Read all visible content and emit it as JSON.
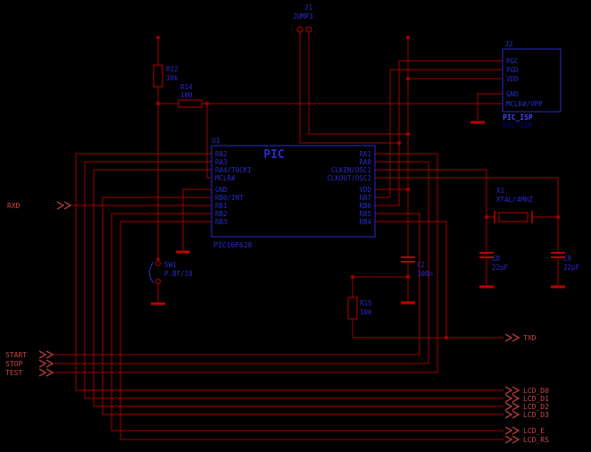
{
  "colors": {
    "background": "#000000",
    "wire": "#a00000",
    "symbol": "#bc0000",
    "component_text": "#2a2ad0",
    "highlight_text": "#4646ff",
    "net_label": "#cc4444"
  },
  "pic": {
    "ref": "U1",
    "title": "PIC",
    "part": "PIC16F628",
    "left_pins": [
      "RA2",
      "RA3",
      "RA4/T0CKI",
      "MCLR#",
      "GND",
      "RB0/INT",
      "RB1",
      "RB2",
      "RB3"
    ],
    "right_pins": [
      "RA1",
      "RA0",
      "CLKIN/OSC1",
      "CLKOUT/OSC2",
      "VDD",
      "RB7",
      "RB6",
      "RB5",
      "RB4"
    ]
  },
  "isp": {
    "ref": "J2",
    "name": "PIC_ISP",
    "value": "PIC_ISP",
    "pins": [
      "PGC",
      "PGD",
      "VDD",
      "GND",
      "MCLR#/VPP"
    ]
  },
  "jumper": {
    "ref": "J1",
    "value": "JUMP3"
  },
  "r12": {
    "ref": "R12",
    "value": "10k"
  },
  "r14": {
    "ref": "R14",
    "value": "100"
  },
  "r15": {
    "ref": "R15",
    "value": "10k"
  },
  "c2": {
    "ref": "C2",
    "value": "100n"
  },
  "c8": {
    "ref": "C8",
    "value": "22pF"
  },
  "c9": {
    "ref": "C9",
    "value": "22pF"
  },
  "x1": {
    "ref": "X1",
    "value": "XTAL/4MHZ"
  },
  "sw1": {
    "ref": "SW1",
    "value": "P.BT/10"
  },
  "nets": {
    "rxd": "RXD",
    "txd": "TXD",
    "start": "START",
    "stop": "STOP",
    "test": "TEST",
    "lcd": [
      "LCD_D0",
      "LCD_D1",
      "LCD_D2",
      "LCD_D3",
      "LCD_E",
      "LCD_RS"
    ]
  }
}
